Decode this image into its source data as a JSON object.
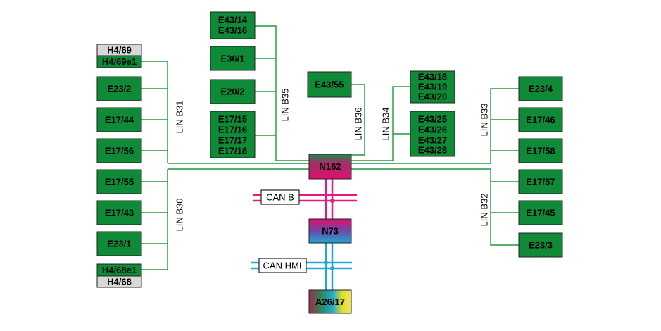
{
  "colors": {
    "module_fill": "#0f8a36",
    "connector_fill": "#d8d8d8",
    "lin_line": "#1e9a3c",
    "can_b_line": "#e6197d",
    "can_hmi_line": "#21a8d4"
  },
  "modules": {
    "h4_69": "H4/69",
    "h4_69e1": "H4/69e1",
    "e23_2": "E23/2",
    "e17_44": "E17/44",
    "e17_56": "E17/56",
    "e17_55": "E17/55",
    "e17_43": "E17/43",
    "e23_1": "E23/1",
    "h4_68e1": "H4/68e1",
    "h4_68": "H4/68",
    "e43_14_16": [
      "E43/14",
      "E43/16"
    ],
    "e36_1": "E36/1",
    "e20_2": "E20/2",
    "e17_15_18": [
      "E17/15",
      "E17/16",
      "E17/17",
      "E17/18"
    ],
    "e43_55": "E43/55",
    "e43_18_20": [
      "E43/18",
      "E43/19",
      "E43/20"
    ],
    "e43_25_28": [
      "E43/25",
      "E43/26",
      "E43/27",
      "E43/28"
    ],
    "e23_4": "E23/4",
    "e17_46": "E17/46",
    "e17_58": "E17/58",
    "e17_57": "E17/57",
    "e17_45": "E17/45",
    "e23_3": "E23/3",
    "n162": "N162",
    "n73": "N73",
    "a26_17": "A26/17"
  },
  "buses": {
    "lin_b31": "LIN B31",
    "lin_b30": "LIN B30",
    "lin_b35": "LIN B35",
    "lin_b36": "LIN B36",
    "lin_b34": "LIN B34",
    "lin_b33": "LIN B33",
    "lin_b32": "LIN B32",
    "can_b": "CAN B",
    "can_hmi": "CAN HMI"
  }
}
